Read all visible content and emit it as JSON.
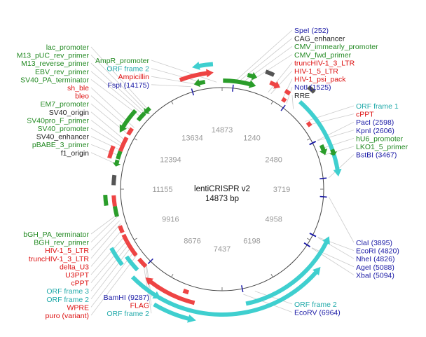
{
  "plasmid": {
    "name": "lentiCRISPR v2",
    "size_label": "14873 bp",
    "length": 14873
  },
  "colors": {
    "feature_green": "#2a9d2a",
    "feature_red": "#ee4444",
    "feature_cyan": "#3fcfcf",
    "feature_gray": "#555555",
    "site_blue": "#1a1aa6",
    "label_green": "#238a23",
    "label_red": "#dd1111",
    "label_cyan": "#22aaaa",
    "label_blue": "#1a1aa6",
    "label_dark": "#222222",
    "backbone": "#444444",
    "tick_text": "#999999",
    "leader": "#cccccc"
  },
  "ticks": [
    {
      "pos": 1240,
      "label": "1240"
    },
    {
      "pos": 2480,
      "label": "2480"
    },
    {
      "pos": 3719,
      "label": "3719"
    },
    {
      "pos": 4958,
      "label": "4958"
    },
    {
      "pos": 6198,
      "label": "6198"
    },
    {
      "pos": 7437,
      "label": "7437"
    },
    {
      "pos": 8676,
      "label": "8676"
    },
    {
      "pos": 9916,
      "label": "9916"
    },
    {
      "pos": 11155,
      "label": "11155"
    },
    {
      "pos": 12394,
      "label": "12394"
    },
    {
      "pos": 13634,
      "label": "13634"
    },
    {
      "pos": 14873,
      "label": "14873"
    }
  ],
  "features": [
    {
      "start": 14000,
      "end": 14700,
      "ring": 1,
      "type": "red",
      "dir": "fwd"
    },
    {
      "start": 14250,
      "end": 14500,
      "ring": 0,
      "type": "green",
      "dir": "rev"
    },
    {
      "start": 14300,
      "end": 14700,
      "ring": 2,
      "type": "cyan",
      "dir": "rev"
    },
    {
      "start": 20,
      "end": 750,
      "ring": 0,
      "type": "green",
      "dir": "fwd"
    },
    {
      "start": 520,
      "end": 720,
      "ring": 1,
      "type": "green",
      "dir": "fwd"
    },
    {
      "start": 840,
      "end": 1010,
      "ring": 2,
      "type": "gray",
      "dir": "none"
    },
    {
      "start": 1000,
      "end": 1230,
      "ring": 1,
      "type": "red",
      "dir": "fwd"
    },
    {
      "start": 1390,
      "end": 1480,
      "ring": 0,
      "type": "red",
      "dir": "none"
    },
    {
      "start": 1350,
      "end": 1460,
      "ring": 1,
      "type": "red",
      "dir": "none"
    },
    {
      "start": 1660,
      "end": 1800,
      "ring": 3,
      "type": "gray",
      "dir": "none"
    },
    {
      "start": 1720,
      "end": 3460,
      "ring": 1,
      "type": "cyan",
      "dir": "fwd"
    },
    {
      "start": 2150,
      "end": 2250,
      "ring": 0,
      "type": "red",
      "dir": "none"
    },
    {
      "start": 2730,
      "end": 2960,
      "ring": 0,
      "type": "green",
      "dir": "fwd"
    },
    {
      "start": 2900,
      "end": 3030,
      "ring": 1,
      "type": "green",
      "dir": "fwd"
    },
    {
      "start": 4700,
      "end": 6950,
      "ring": 1,
      "type": "cyan",
      "dir": "rev"
    },
    {
      "start": 5300,
      "end": 8700,
      "ring": 2,
      "type": "cyan",
      "dir": "rev"
    },
    {
      "start": 7900,
      "end": 8700,
      "ring": 3,
      "type": "cyan",
      "dir": "rev"
    },
    {
      "start": 8180,
      "end": 8300,
      "ring": 0,
      "type": "red",
      "dir": "none"
    },
    {
      "start": 8000,
      "end": 9130,
      "ring": 1,
      "type": "red",
      "dir": "fwd"
    },
    {
      "start": 8640,
      "end": 9320,
      "ring": 2,
      "type": "cyan",
      "dir": "rev"
    },
    {
      "start": 9280,
      "end": 9500,
      "ring": 0,
      "type": "red",
      "dir": "none"
    },
    {
      "start": 9350,
      "end": 9700,
      "ring": 1,
      "type": "cyan",
      "dir": "none"
    },
    {
      "start": 9600,
      "end": 9960,
      "ring": 0,
      "type": "red",
      "dir": "none"
    },
    {
      "start": 9620,
      "end": 10000,
      "ring": 2,
      "type": "cyan",
      "dir": "none"
    },
    {
      "start": 9960,
      "end": 10130,
      "ring": 0,
      "type": "red",
      "dir": "none"
    },
    {
      "start": 10180,
      "end": 10340,
      "ring": 0,
      "type": "red",
      "dir": "none"
    },
    {
      "start": 10550,
      "end": 10780,
      "ring": 0,
      "type": "green",
      "dir": "none"
    },
    {
      "start": 10780,
      "end": 11020,
      "ring": 0,
      "type": "red",
      "dir": "none"
    },
    {
      "start": 10820,
      "end": 11040,
      "ring": 1,
      "type": "green",
      "dir": "none"
    },
    {
      "start": 11240,
      "end": 11460,
      "ring": 0,
      "type": "gray",
      "dir": "none"
    },
    {
      "start": 11650,
      "end": 11800,
      "ring": 0,
      "type": "green",
      "dir": "rev"
    },
    {
      "start": 11820,
      "end": 12000,
      "ring": 0,
      "type": "green",
      "dir": "none"
    },
    {
      "start": 11790,
      "end": 12050,
      "ring": 1,
      "type": "red",
      "dir": "none"
    },
    {
      "start": 12000,
      "end": 12330,
      "ring": 0,
      "type": "red",
      "dir": "none"
    },
    {
      "start": 12350,
      "end": 12900,
      "ring": 1,
      "type": "green",
      "dir": "rev"
    },
    {
      "start": 12400,
      "end": 12560,
      "ring": 0,
      "type": "red",
      "dir": "none"
    },
    {
      "start": 12780,
      "end": 12990,
      "ring": 0,
      "type": "green",
      "dir": "none"
    },
    {
      "start": 12980,
      "end": 13150,
      "ring": 0,
      "type": "green",
      "dir": "rev"
    }
  ],
  "sites": [
    {
      "pos": 252
    },
    {
      "pos": 1525
    },
    {
      "pos": 2598
    },
    {
      "pos": 2606
    },
    {
      "pos": 3467
    },
    {
      "pos": 3895
    },
    {
      "pos": 4820
    },
    {
      "pos": 4826
    },
    {
      "pos": 5088
    },
    {
      "pos": 5094
    },
    {
      "pos": 6964
    },
    {
      "pos": 9287
    },
    {
      "pos": 14175
    }
  ],
  "labels": {
    "top_right": [
      {
        "text": "SpeI (252)",
        "color": "label_blue",
        "pos": 252
      },
      {
        "text": "CAG_enhancer",
        "color": "label_dark",
        "pos": 330
      },
      {
        "text": "CMV_immearly_promoter",
        "color": "label_green",
        "pos": 420
      },
      {
        "text": "CMV_fwd_primer",
        "color": "label_green",
        "pos": 520
      },
      {
        "text": "truncHIV-1_3_LTR",
        "color": "label_red",
        "pos": 1050
      },
      {
        "text": "HIV-1_5_LTR",
        "color": "label_red",
        "pos": 1120
      },
      {
        "text": "HIV-1_psi_pack",
        "color": "label_red",
        "pos": 1400
      },
      {
        "text": "NotI (1525)",
        "color": "label_blue",
        "pos": 1525
      },
      {
        "text": "RRE",
        "color": "label_dark",
        "pos": 1720
      }
    ],
    "right_upper": [
      {
        "text": "ORF frame 1",
        "color": "label_cyan",
        "pos": 2100
      },
      {
        "text": "cPPT",
        "color": "label_red",
        "pos": 2200
      },
      {
        "text": "PacI (2598)",
        "color": "label_blue",
        "pos": 2598
      },
      {
        "text": "KpnI (2606)",
        "color": "label_blue",
        "pos": 2606
      },
      {
        "text": "hU6_promoter",
        "color": "label_green",
        "pos": 2800
      },
      {
        "text": "LKO1_5_primer",
        "color": "label_green",
        "pos": 2950
      },
      {
        "text": "BstBI (3467)",
        "color": "label_blue",
        "pos": 3467
      }
    ],
    "right_lower": [
      {
        "text": "ClaI (3895)",
        "color": "label_blue",
        "pos": 3895
      },
      {
        "text": "EcoRI (4820)",
        "color": "label_blue",
        "pos": 4820
      },
      {
        "text": "NheI (4826)",
        "color": "label_blue",
        "pos": 4826
      },
      {
        "text": "AgeI (5088)",
        "color": "label_blue",
        "pos": 5088
      },
      {
        "text": "XbaI (5094)",
        "color": "label_blue",
        "pos": 5094
      }
    ],
    "bottom_right": [
      {
        "text": "ORF frame 2",
        "color": "label_cyan",
        "pos": 6700
      },
      {
        "text": "EcoRV (6964)",
        "color": "label_blue",
        "pos": 6964
      }
    ],
    "bottom_left": [
      {
        "text": "BamHI (9287)",
        "color": "label_blue",
        "pos": 9287
      },
      {
        "text": "FLAG",
        "color": "label_red",
        "pos": 9320
      },
      {
        "text": "ORF frame 2",
        "color": "label_cyan",
        "pos": 9400
      }
    ],
    "left_lower": [
      {
        "text": "bGH_PA_terminator",
        "color": "label_green",
        "pos": 10600
      },
      {
        "text": "BGH_rev_primer",
        "color": "label_green",
        "pos": 10560
      },
      {
        "text": "HIV-1_5_LTR",
        "color": "label_red",
        "pos": 10450
      },
      {
        "text": "truncHIV-1_3_LTR",
        "color": "label_red",
        "pos": 10380
      },
      {
        "text": "delta_U3",
        "color": "label_red",
        "pos": 10250
      },
      {
        "text": "U3PPT",
        "color": "label_red",
        "pos": 10100
      },
      {
        "text": "cPPT",
        "color": "label_red",
        "pos": 9990
      },
      {
        "text": "ORF frame 3",
        "color": "label_cyan",
        "pos": 9900
      },
      {
        "text": "ORF frame 2",
        "color": "label_cyan",
        "pos": 9820
      },
      {
        "text": "WPRE",
        "color": "label_red",
        "pos": 9700
      },
      {
        "text": "puro (variant)",
        "color": "label_red",
        "pos": 9600
      }
    ],
    "left_upper": [
      {
        "text": "lac_promoter",
        "color": "label_green",
        "pos": 13100
      },
      {
        "text": "M13_pUC_rev_primer",
        "color": "label_green",
        "pos": 13050
      },
      {
        "text": "M13_reverse_primer",
        "color": "label_green",
        "pos": 13000
      },
      {
        "text": "EBV_rev_primer",
        "color": "label_green",
        "pos": 12950
      },
      {
        "text": "SV40_PA_terminator",
        "color": "label_green",
        "pos": 12880
      },
      {
        "text": "sh_ble",
        "color": "label_red",
        "pos": 12600
      },
      {
        "text": "bleo",
        "color": "label_red",
        "pos": 12500
      },
      {
        "text": "EM7_promoter",
        "color": "label_green",
        "pos": 12400
      },
      {
        "text": "SV40_origin",
        "color": "label_dark",
        "pos": 12250
      },
      {
        "text": "SV40pro_F_primer",
        "color": "label_green",
        "pos": 12150
      },
      {
        "text": "SV40_promoter",
        "color": "label_green",
        "pos": 12100
      },
      {
        "text": "SV40_enhancer",
        "color": "label_dark",
        "pos": 12020
      },
      {
        "text": "pBABE_3_primer",
        "color": "label_green",
        "pos": 11900
      },
      {
        "text": "f1_origin",
        "color": "label_dark",
        "pos": 11700
      }
    ],
    "top_left": [
      {
        "text": "AmpR_promoter",
        "color": "label_green",
        "pos": 14750
      },
      {
        "text": "ORF frame 2",
        "color": "label_cyan",
        "pos": 14500
      },
      {
        "text": "Ampicillin",
        "color": "label_red",
        "pos": 14350
      },
      {
        "text": "FspI (14175)",
        "color": "label_blue",
        "pos": 14175
      }
    ]
  }
}
